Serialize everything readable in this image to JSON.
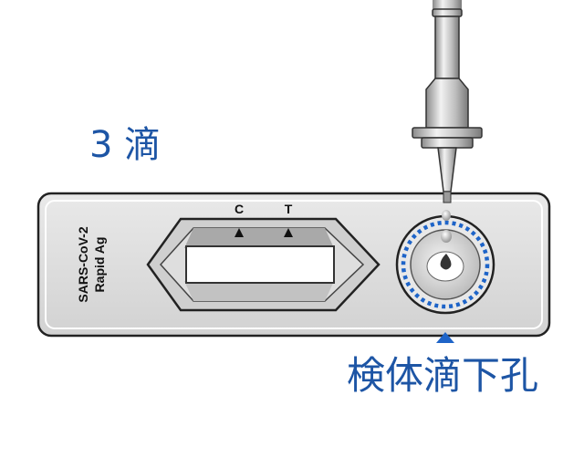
{
  "drop_count_label": "3 滴",
  "device": {
    "brand_line1": "SARS-CoV-2",
    "brand_line2": "Rapid Ag",
    "control_label": "C",
    "test_label": "T"
  },
  "sample_well_label": "検体滴下孔",
  "colors": {
    "accent_blue": "#1d55a5",
    "dotted_ring": "#1e64c8",
    "outline": "#222222"
  }
}
